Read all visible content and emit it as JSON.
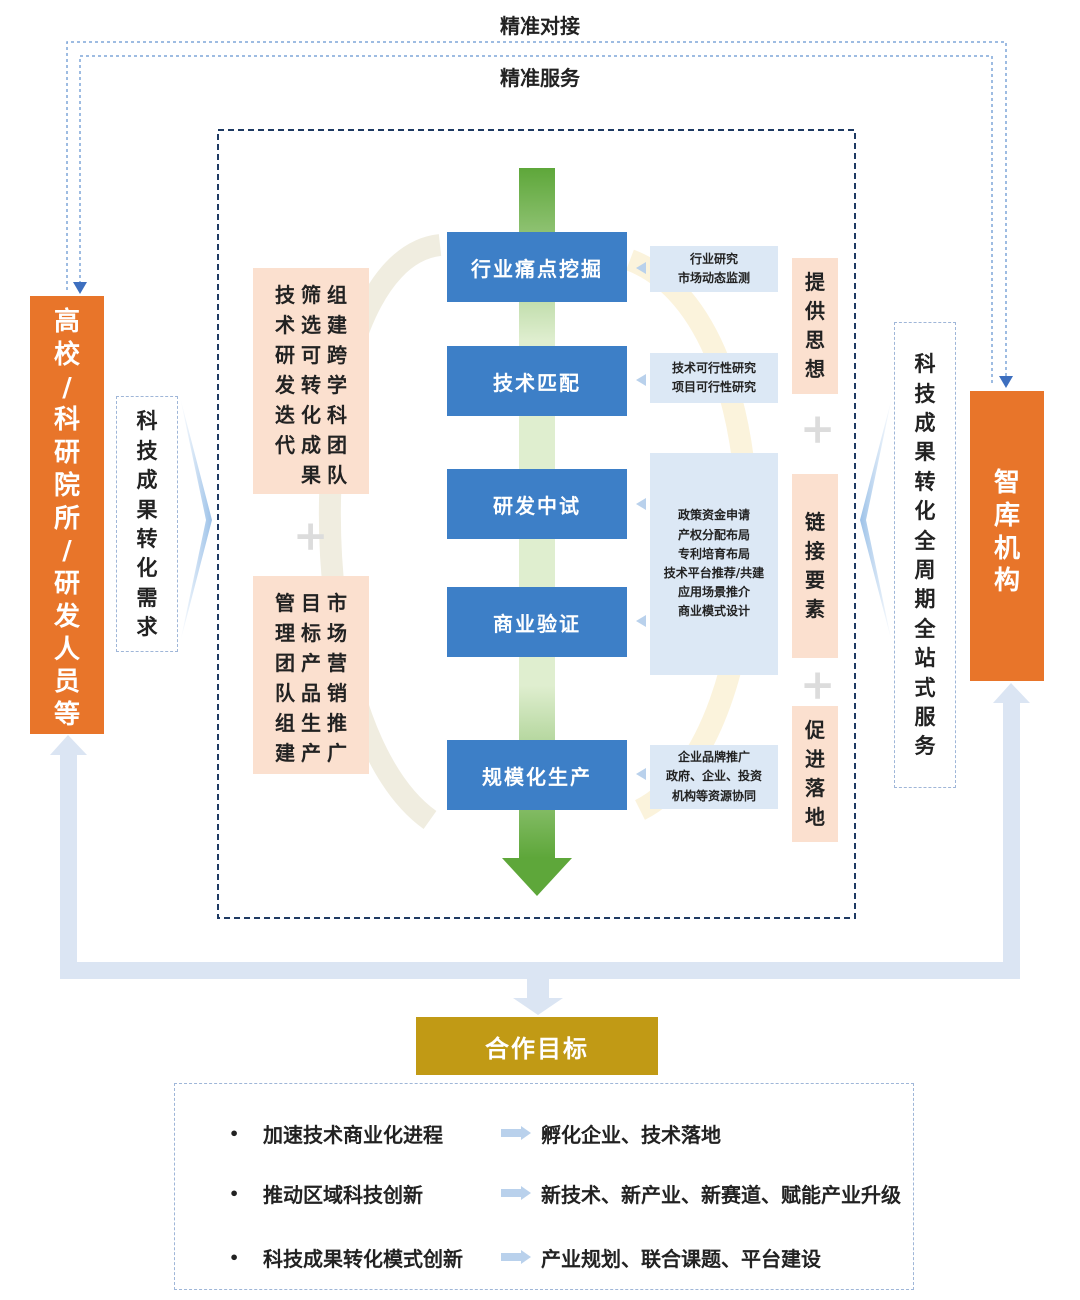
{
  "top_labels": {
    "outer": "精准对接",
    "inner": "精准服务"
  },
  "left_entity": "高校/科研院所/研发人员等",
  "right_entity": "智库机构",
  "left_need": "科技成果转化需求",
  "right_service": "科技成果转化全周期全站式服务",
  "left_peach_top": [
    "组建跨学科团队",
    "筛选可转化成果",
    "技术研发迭代"
  ],
  "left_peach_bottom": [
    "市场营销推广",
    "目标产品生产",
    "管理团队组建"
  ],
  "stages": [
    "行业痛点挖掘",
    "技术匹配",
    "研发中试",
    "商业验证",
    "规模化生产"
  ],
  "side_info": {
    "s1": [
      "行业研究",
      "市场动态监测"
    ],
    "s2": [
      "技术可行性研究",
      "项目可行性研究"
    ],
    "s3": [
      "政策资金申请",
      "产权分配布局",
      "专利培育布局",
      "技术平台推荐/共建",
      "应用场景推介",
      "商业模式设计"
    ],
    "s5": [
      "企业品牌推广",
      "政府、企业、投资",
      "机构等资源协同"
    ]
  },
  "right_peach": {
    "p1": "提供思想",
    "p2": "链接要素",
    "p3": "促进落地"
  },
  "plus_sign": "+",
  "goal": {
    "title": "合作目标",
    "bullet": "•",
    "rows": [
      {
        "left": "加速技术商业化进程",
        "right": "孵化企业、技术落地"
      },
      {
        "left": "推动区域科技创新",
        "right": "新技术、新产业、新赛道、赋能产业升级"
      },
      {
        "left": "科技成果转化模式创新",
        "right": "产业规划、联合课题、平台建设"
      }
    ]
  },
  "colors": {
    "orange": "#e8752a",
    "blue": "#3d7fc7",
    "green": "#6fb548",
    "gold": "#c19a15",
    "peach": "#fbe0cf",
    "light_blue": "#dce8f5"
  }
}
